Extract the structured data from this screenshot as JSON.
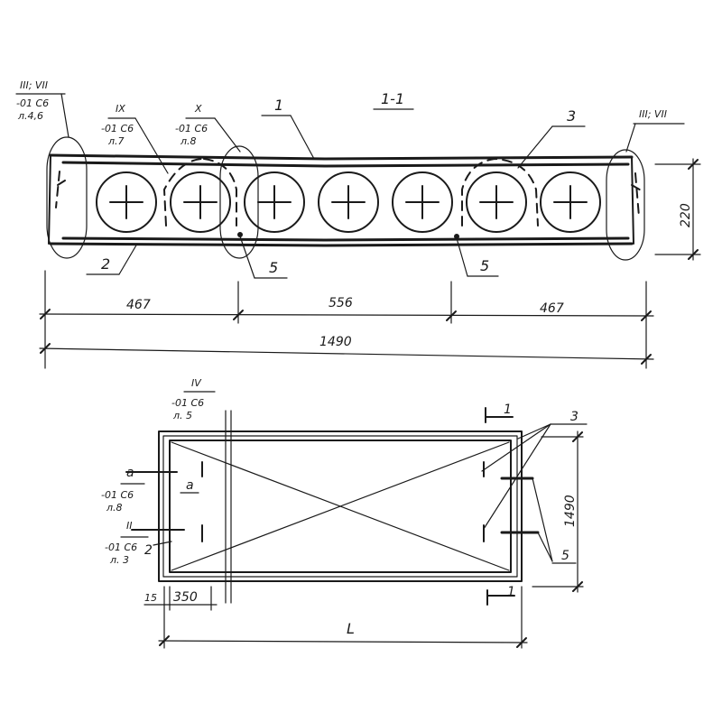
{
  "section": {
    "title": "1-1",
    "callouts": {
      "left_end": {
        "roman": "III; VII",
        "sheet": "-01 C6",
        "page": "л.4,6"
      },
      "ix": {
        "roman": "IX",
        "sheet": "-01 C6",
        "page": "л.7"
      },
      "x": {
        "roman": "X",
        "sheet": "-01 C6",
        "page": "л.8"
      },
      "right_end": {
        "roman": "III; VII"
      }
    },
    "positions": {
      "p1": "1",
      "p2": "2",
      "p3": "3",
      "p5a": "5",
      "p5b": "5"
    },
    "dimensions": {
      "d_left": "467",
      "d_mid": "556",
      "d_right": "467",
      "d_total": "1490",
      "height": "220"
    },
    "void_count": 7
  },
  "plan": {
    "callouts": {
      "iv": {
        "roman": "IV",
        "sheet": "-01 C6",
        "page": "л. 5"
      },
      "a": {
        "letter": "a",
        "sheet": "-01 C6",
        "page": "л.8",
        "mark": "a"
      },
      "ii": {
        "roman": "II",
        "sheet": "-01 C6",
        "page": "л. 3"
      }
    },
    "positions": {
      "p2": "2",
      "p3": "3",
      "p5": "5"
    },
    "section_marks": {
      "top": "1",
      "bottom": "1"
    },
    "dimensions": {
      "d15": "15",
      "d350": "350",
      "width": "1490",
      "length": "L"
    }
  }
}
